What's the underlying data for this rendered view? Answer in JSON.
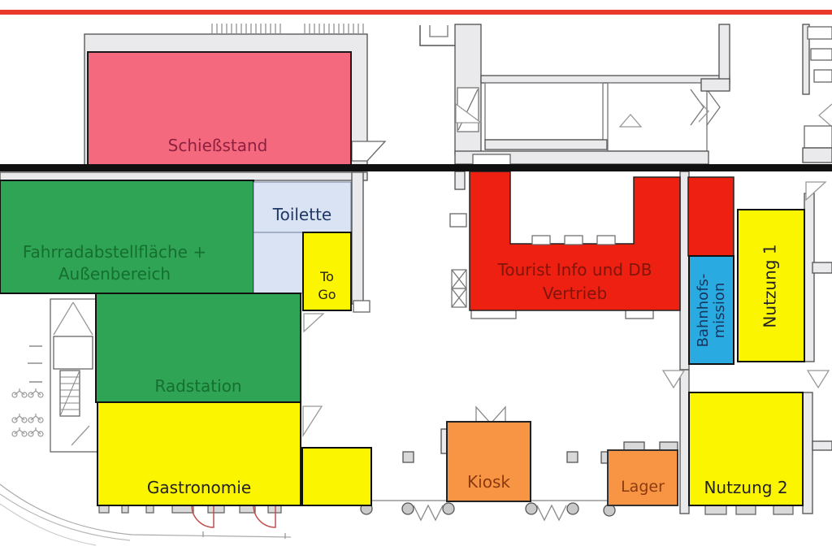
{
  "plan": {
    "lines": {
      "track_edge_color": "#e8392b",
      "section_divider_color": "#101010"
    },
    "zones": [
      {
        "id": "schiessstand",
        "label": "Schießstand",
        "color": "#f4697e",
        "text_color": "#8e2040"
      },
      {
        "id": "fahrradabstellflaeche",
        "label": "Fahrradabstellfläche + Außenbereich",
        "lines": [
          "Fahrradabstellfläche +",
          "Außenbereich"
        ],
        "color": "#2fa454",
        "text_color": "#156f31"
      },
      {
        "id": "toilette",
        "label": "Toilette",
        "color": "#dae3f3",
        "text_color": "#1f3864"
      },
      {
        "id": "to-go",
        "label": "To Go",
        "lines": [
          "To",
          "Go"
        ],
        "color": "#fcf500",
        "text_color": "#222222"
      },
      {
        "id": "radstation",
        "label": "Radstation",
        "color": "#2fa454",
        "text_color": "#156f31"
      },
      {
        "id": "gastronomie",
        "label": "Gastronomie",
        "color": "#fcf500",
        "text_color": "#222222"
      },
      {
        "id": "kiosk",
        "label": "Kiosk",
        "color": "#f79544",
        "text_color": "#8c3a0e"
      },
      {
        "id": "tourist-info-db-vertrieb",
        "label": "Tourist Info und DB Vertrieb",
        "lines": [
          "Tourist Info und DB",
          "Vertrieb"
        ],
        "color": "#ee2011",
        "text_color": "#7f150b"
      },
      {
        "id": "bahnhofsmission",
        "label": "Bahnhofsmission",
        "lines": [
          "Bahnhofs-",
          "mission"
        ],
        "color": "#29abe2",
        "text_color": "#17365d"
      },
      {
        "id": "nutzung-1",
        "label": "Nutzung 1",
        "color": "#fcf500",
        "text_color": "#222222"
      },
      {
        "id": "lager",
        "label": "Lager",
        "color": "#f79544",
        "text_color": "#8c3a0e"
      },
      {
        "id": "nutzung-2",
        "label": "Nutzung 2",
        "color": "#fcf500",
        "text_color": "#222222"
      },
      {
        "id": "verkaufsflaeche-annex",
        "label": "",
        "color": "#fcf500"
      }
    ]
  }
}
